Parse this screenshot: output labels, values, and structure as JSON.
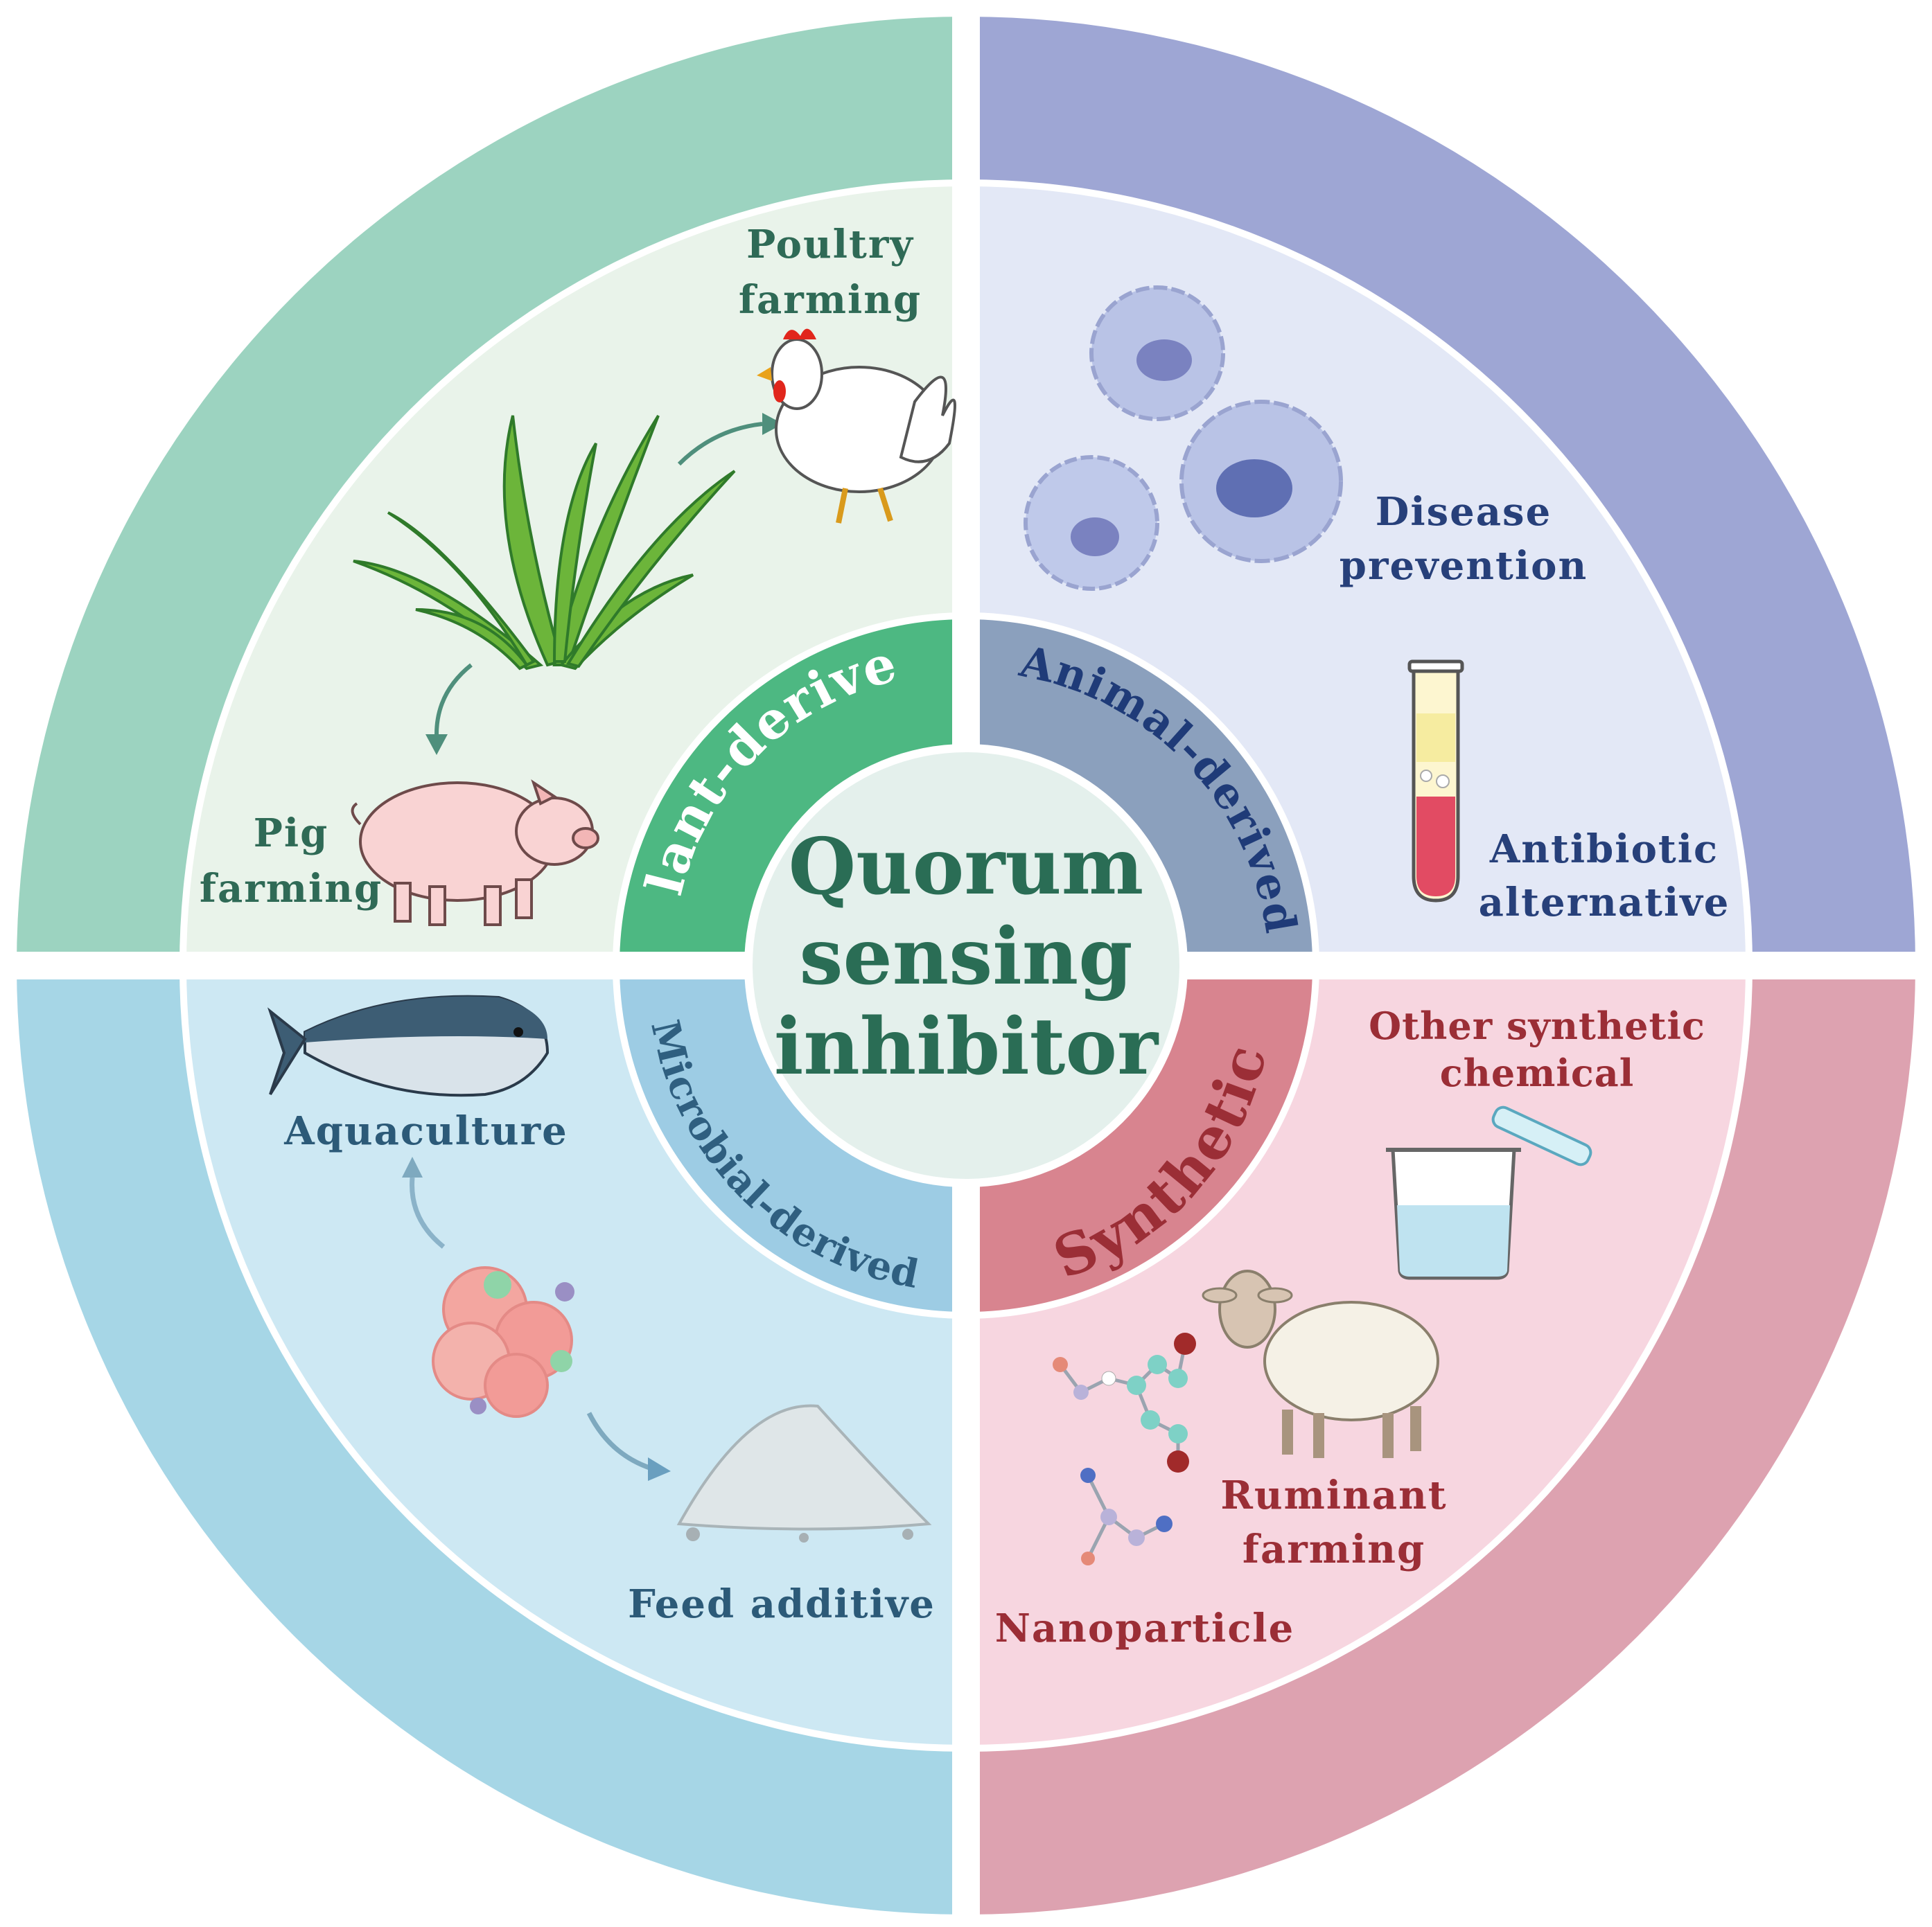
{
  "center": {
    "line1": "Quorum",
    "line2": "sensing",
    "line3": "inhibitor"
  },
  "categories": {
    "plant": "Plant-derived",
    "animal": "Animal-derived",
    "microbial": "Microbial-derived",
    "synthetic": "Synthetic"
  },
  "plant_quadrant": {
    "poultry": [
      "Poultry",
      "farming"
    ],
    "pig": [
      "Pig",
      "farming"
    ]
  },
  "animal_quadrant": {
    "disease": [
      "Disease",
      "prevention"
    ],
    "antibiotic": [
      "Antibiotic",
      "alternative"
    ]
  },
  "microbial_quadrant": {
    "aquaculture": "Aquaculture",
    "feed": "Feed additive"
  },
  "synthetic_quadrant": {
    "other": [
      "Other synthetic",
      "chemical"
    ],
    "ruminant": [
      "Ruminant",
      "farming"
    ],
    "nano": "Nanoparticle"
  },
  "colors": {
    "plant_outer": "#9cd3c0",
    "plant_mid": "#e9f3ea",
    "plant_inner": "#4db882",
    "plant_text": "#2f6a56",
    "animal_outer": "#9ea6d4",
    "animal_mid": "#e3e8f6",
    "animal_inner": "#8ba0bd",
    "animal_text": "#27407a",
    "micro_outer": "#a6d6e6",
    "micro_mid": "#cde8f3",
    "micro_inner": "#9dcce4",
    "micro_text": "#2c5a78",
    "synth_outer": "#dda2b0",
    "synth_mid": "#f7d6e0",
    "synth_inner": "#d8848f",
    "synth_text": "#9b2e36",
    "center": "#e4f0ec",
    "center_text": "#2a6d55"
  }
}
